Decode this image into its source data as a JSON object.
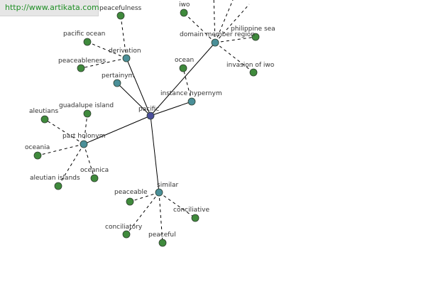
{
  "source_url": "http://www.artikata.com",
  "colors": {
    "center": "#4a4e9a",
    "relation": "#4a8f98",
    "leaf": "#3f8a3c"
  },
  "graph": {
    "center": "pacific",
    "relations": [
      "derivation",
      "pertainym",
      "instance hypernym",
      "domain member region",
      "part holonym",
      "similar"
    ],
    "leaves": [
      "peacefulness",
      "pacific ocean",
      "peaceableness",
      "ocean",
      "iwo",
      "philippine sea",
      "invasion of iwo",
      "guadalupe island",
      "aleutians",
      "oceania",
      "aleutian islands",
      "oceanica",
      "peaceable",
      "conciliative",
      "conciliatory",
      "peaceful"
    ]
  }
}
